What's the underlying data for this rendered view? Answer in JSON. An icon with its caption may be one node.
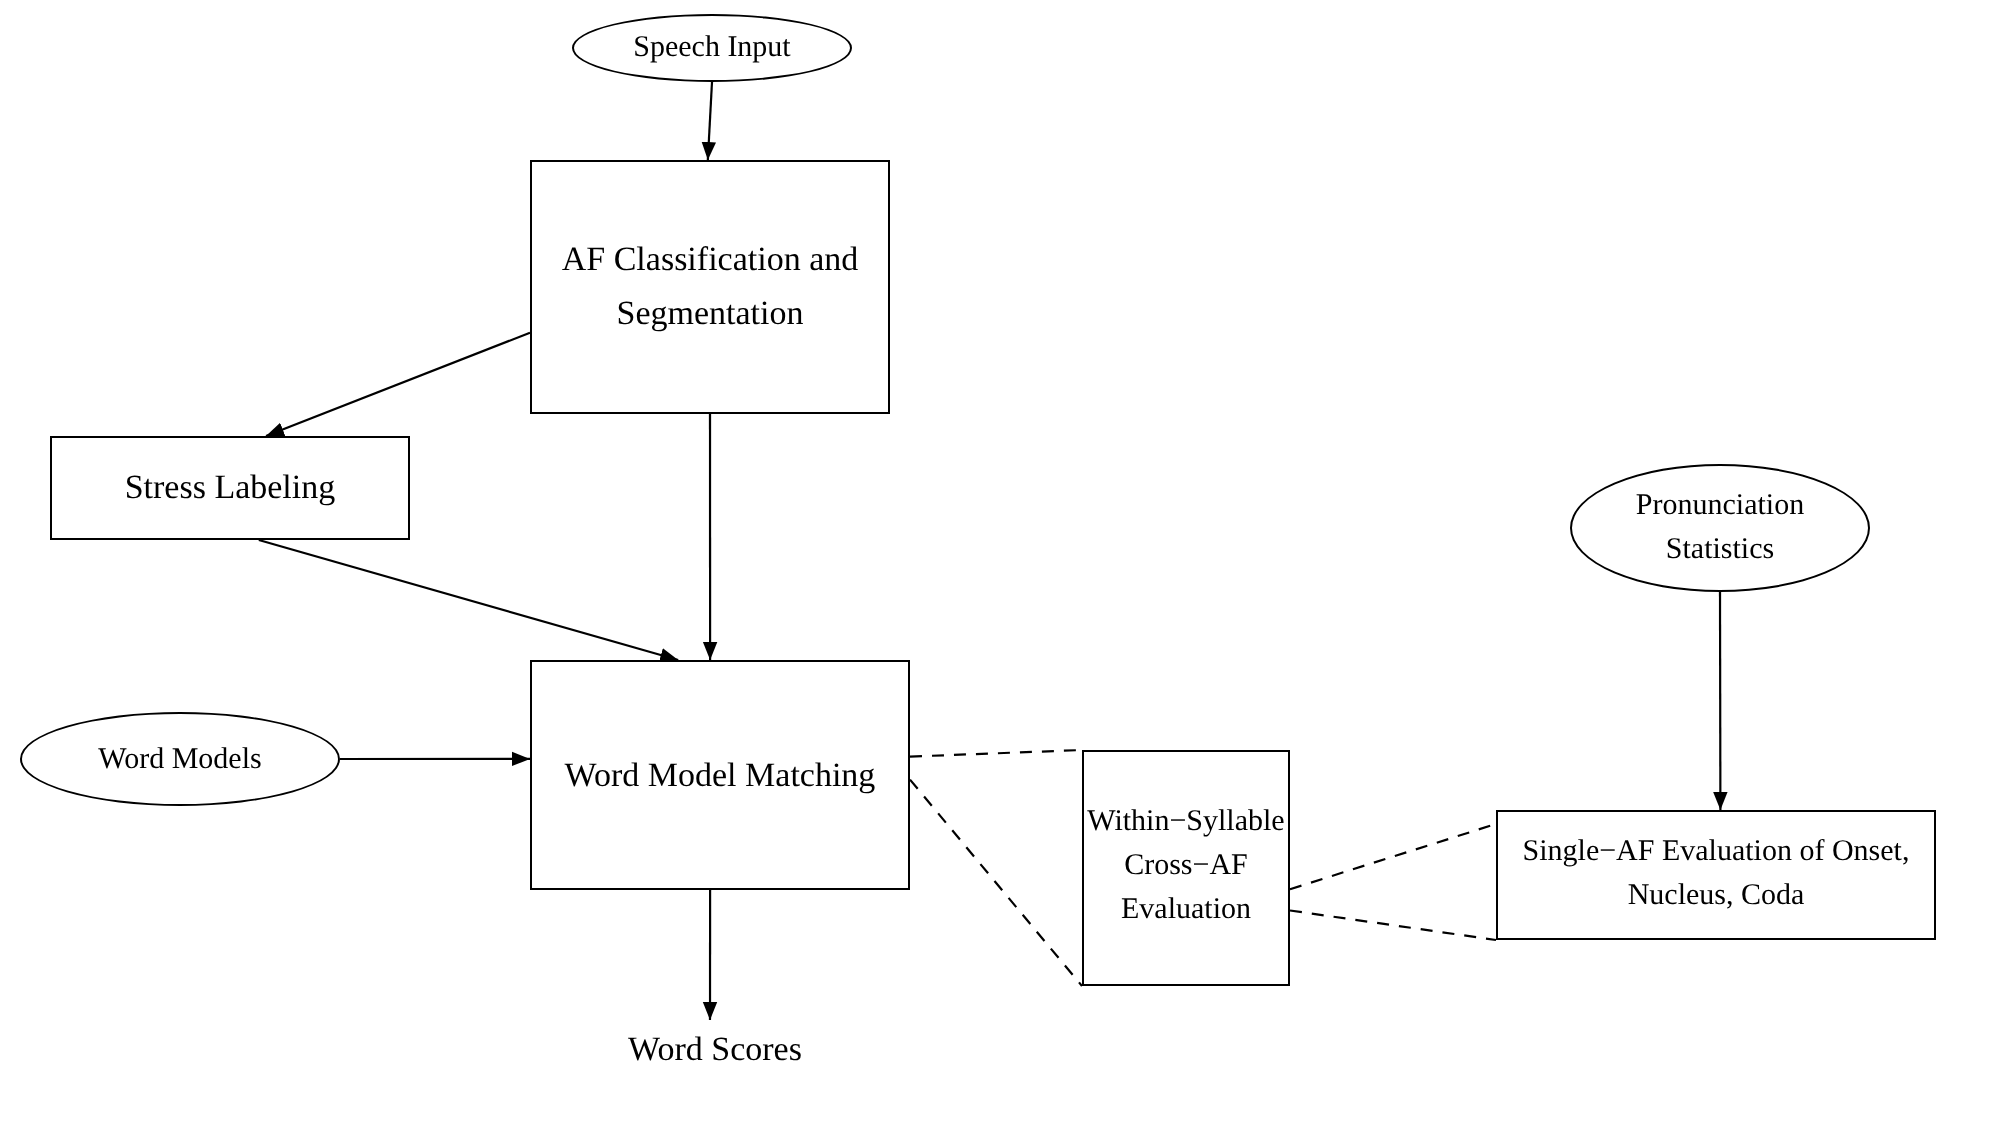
{
  "diagram": {
    "nodes": [
      {
        "text": [
          "Speech Input"
        ]
      },
      {
        "text": [
          "AF Classification and Segmentation"
        ]
      },
      {
        "text": [
          "Stress Labeling"
        ]
      },
      {
        "text": [
          "Pronunciation Statistics"
        ]
      },
      {
        "text": [
          "Word Models"
        ]
      },
      {
        "text": [
          "Word Model Matching"
        ]
      },
      {
        "text": [
          "Within−Syllable Cross−AF Evaluation"
        ]
      },
      {
        "text": [
          "Single−AF Evaluation of Onset, Nucleus, Coda"
        ]
      },
      {
        "text": [
          "Word Scores"
        ]
      }
    ],
    "edges": [
      {
        "from": 0,
        "to": 1,
        "arrow": "to"
      },
      {
        "from": 1,
        "to": 2,
        "arrow": "to"
      },
      {
        "from": 1,
        "to": 5,
        "arrow": "to"
      },
      {
        "from": 2,
        "to": 5,
        "arrow": "to"
      },
      {
        "from": 4,
        "to": 5,
        "arrow": "to"
      },
      {
        "from": 5,
        "to": 8,
        "arrow": "to"
      },
      {
        "from": 3,
        "to": 7,
        "arrow": "to"
      },
      {
        "from": 5,
        "to": 6,
        "arrow": "none",
        "style": "dashed"
      },
      {
        "from": 5,
        "to": 6,
        "arrow": "none",
        "style": "dashed"
      },
      {
        "from": 6,
        "to": 7,
        "arrow": "none",
        "style": "dashed"
      },
      {
        "from": 6,
        "to": 7,
        "arrow": "none",
        "style": "dashed"
      }
    ]
  }
}
